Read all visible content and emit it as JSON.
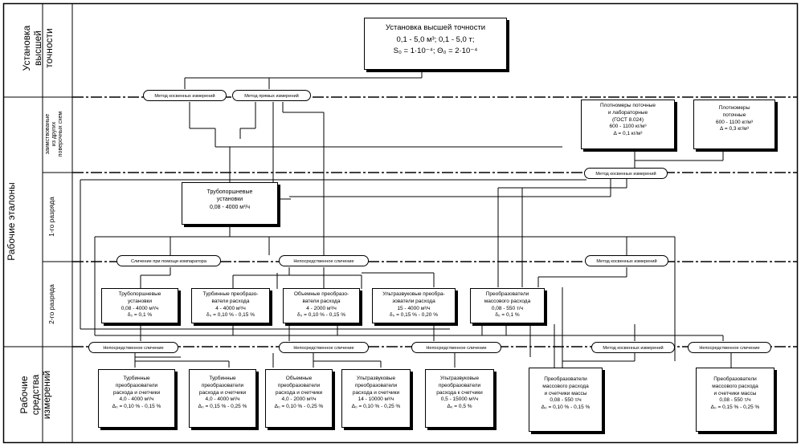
{
  "rows": {
    "top_label": [
      "Установка",
      "высшей",
      "точности"
    ],
    "working_standards_label": "Рабочие эталоны",
    "borrowed_label": [
      "заимствованые",
      "из других",
      "поверочных схем"
    ],
    "rank1_label": "1-го разряда",
    "rank2_label": "2-го разряда",
    "instruments_label": [
      "Рабочие",
      "средства",
      "измерений"
    ]
  },
  "top_box": {
    "line1": "Установка высшей точности",
    "line2": "0,1 - 5,0 м³; 0,1 - 5,0 т;",
    "line3": "S₀ = 1·10⁻⁴; Θ₀ = 2·10⁻⁴"
  },
  "methods": {
    "indirect": "Метод косвенных измерений",
    "direct": "Метод прямых измерений",
    "comparator": "Сличение при помощи компаратора",
    "direct_comparison": "Непосредственное сличение"
  },
  "borrowed": {
    "densitometers_lab": [
      "Плотномеры поточные",
      "и лабораторные",
      "(ГОСТ 8.024)",
      "600 - 1100 кг/м³",
      "Δ = 0,1 кг/м³"
    ],
    "densitometers_flow": [
      "Плотномеры",
      "поточные",
      "600 - 1100 кг/м³",
      "Δ = 0,3 кг/м³"
    ]
  },
  "rank1": {
    "pipe_prover": [
      "Трубопоршневые",
      "установки",
      "0,08 - 4000 м³/ч"
    ]
  },
  "rank2": [
    [
      "Трубопоршневые",
      "установки",
      "0,08 - 4000 м³/ч",
      "δ₀ = 0,1 %"
    ],
    [
      "Турбинные преобразо-",
      "ватели расхода",
      "4 - 4000 м³/ч",
      "δ₀ = 0,10 % - 0,15 %"
    ],
    [
      "Объемные преобразо-",
      "ватели расхода",
      "4 - 2000 м³/ч",
      "δ₀ = 0,10 % - 0,15 %"
    ],
    [
      "Ультразвуковые преобра-",
      "зователи расхода",
      "15 - 4000 м³/ч",
      "δ₀ = 0,15 % - 0,20 %"
    ],
    [
      "Преобразователи",
      "массового расхода",
      "0,08 - 550 т/ч",
      "δ₀ = 0,1 %"
    ]
  ],
  "instruments": [
    [
      "Турбинные",
      "преобразователи",
      "расхода и счетчики",
      "4,0 - 4000 м³/ч",
      "Δ₀ = 0,10 % - 0,15 %"
    ],
    [
      "Турбинные",
      "преобразователи",
      "расхода и счетчики",
      "4,0 - 4000 м³/ч",
      "Δ₀ = 0,15 % - 0,25 %"
    ],
    [
      "Объемные",
      "преобразователи",
      "расхода и счетчики",
      "4,0 - 2000 м³/ч",
      "Δ₀ = 0,10 % - 0,25 %"
    ],
    [
      "Ультразвуковые",
      "преобразователи",
      "расхода и счетчики",
      "14 - 10000 м³/ч",
      "Δ₀ = 0,10 % - 0,25 %"
    ],
    [
      "Ультразвуковые",
      "преобразователи",
      "расхода к счетчики",
      "0,5 - 15000 м³/ч",
      "Δ₀ = 0,5 %"
    ],
    [
      "Преобразователи",
      "массового расхода",
      "и счетчики массы",
      "0,08 - 550 т/ч",
      "Δ₀ = 0,10 % - 0,15 %"
    ],
    [
      "Преобразователи",
      "массового расхода",
      "и счетчики массы",
      "0,08 - 550 т/ч",
      "Δ₀ = 0,15 % - 0,25 %"
    ]
  ]
}
